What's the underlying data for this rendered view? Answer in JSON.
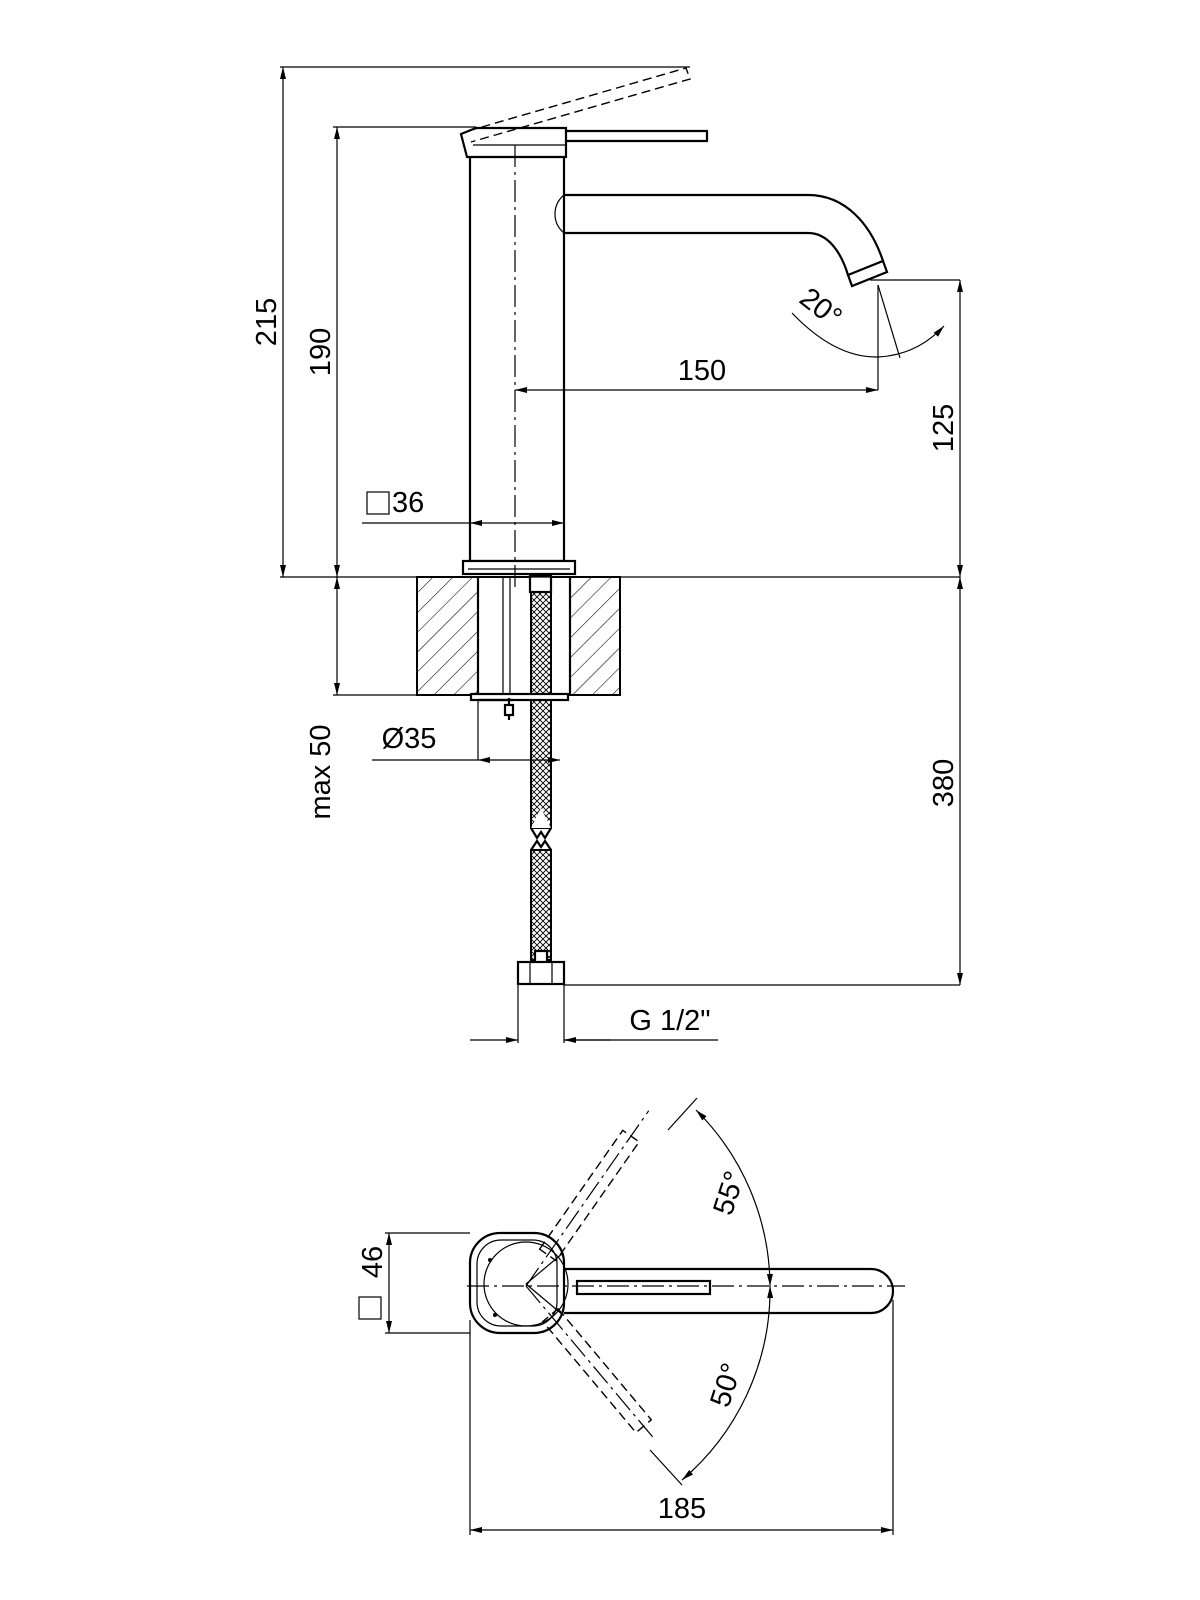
{
  "side_view": {
    "height_overall": "215",
    "height_body": "190",
    "spout_reach": "150",
    "spout_height": "125",
    "spout_angle": "20°",
    "body_square": "36",
    "hose_length": "380",
    "max_thickness": "max 50",
    "hole_diameter": "Ø35",
    "thread": "G 1/2\""
  },
  "top_view": {
    "body_square": "46",
    "lever_angle_top": "55°",
    "lever_angle_bottom": "50°",
    "total_length": "185"
  },
  "colors": {
    "line": "#000000",
    "background": "#ffffff"
  }
}
